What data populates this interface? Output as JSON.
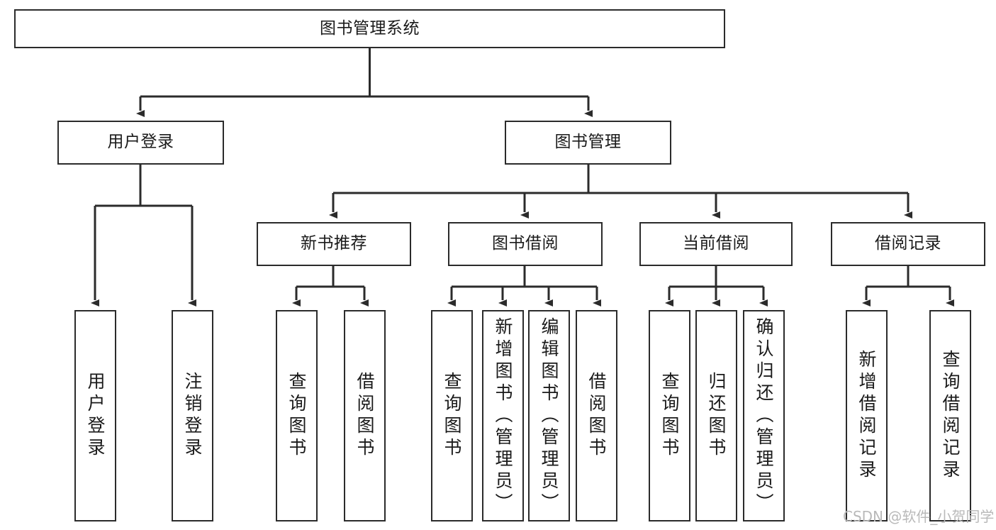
{
  "diagram": {
    "type": "tree-hierarchy",
    "title": "图书管理系统",
    "watermark": "CSDN @软件_小贺同学",
    "colors": {
      "background": "#ffffff",
      "stroke": "#2b2b2b",
      "text": "#1a1a1a",
      "watermark": "#b9b9b9"
    },
    "nodes": {
      "root": {
        "label": "图书管理系统",
        "orientation": "horizontal"
      },
      "level2": [
        {
          "id": "user-login",
          "label": "用户登录",
          "orientation": "horizontal"
        },
        {
          "id": "book-manage",
          "label": "图书管理",
          "orientation": "horizontal"
        }
      ],
      "level3": [
        {
          "id": "new-book-recommend",
          "label": "新书推荐",
          "orientation": "horizontal"
        },
        {
          "id": "book-borrow",
          "label": "图书借阅",
          "orientation": "horizontal"
        },
        {
          "id": "current-borrow",
          "label": "当前借阅",
          "orientation": "horizontal"
        },
        {
          "id": "borrow-record",
          "label": "借阅记录",
          "orientation": "horizontal"
        }
      ],
      "leaves": [
        {
          "id": "leaf-user-login",
          "label": "用户登录",
          "parent": "user-login",
          "orientation": "vertical"
        },
        {
          "id": "leaf-logout-login",
          "label": "注销登录",
          "parent": "user-login",
          "orientation": "vertical"
        },
        {
          "id": "leaf-query-book-1",
          "label": "查询图书",
          "parent": "new-book-recommend",
          "orientation": "vertical"
        },
        {
          "id": "leaf-borrow-book-1",
          "label": "借阅图书",
          "parent": "new-book-recommend",
          "orientation": "vertical"
        },
        {
          "id": "leaf-query-book-2",
          "label": "查询图书",
          "parent": "book-borrow",
          "orientation": "vertical"
        },
        {
          "id": "leaf-add-book",
          "label": "新增图书（管理员）",
          "parent": "book-borrow",
          "orientation": "vertical"
        },
        {
          "id": "leaf-edit-book",
          "label": "编辑图书（管理员）",
          "parent": "book-borrow",
          "orientation": "vertical"
        },
        {
          "id": "leaf-borrow-book-2",
          "label": "借阅图书",
          "parent": "book-borrow",
          "orientation": "vertical"
        },
        {
          "id": "leaf-query-book-3",
          "label": "查询图书",
          "parent": "current-borrow",
          "orientation": "vertical"
        },
        {
          "id": "leaf-return-book",
          "label": "归还图书",
          "parent": "current-borrow",
          "orientation": "vertical"
        },
        {
          "id": "leaf-confirm-return",
          "label": "确认归还（管理员）",
          "parent": "current-borrow",
          "orientation": "vertical"
        },
        {
          "id": "leaf-add-record",
          "label": "新增借阅记录",
          "parent": "borrow-record",
          "orientation": "vertical"
        },
        {
          "id": "leaf-query-record",
          "label": "查询借阅记录",
          "parent": "borrow-record",
          "orientation": "vertical"
        }
      ]
    }
  }
}
